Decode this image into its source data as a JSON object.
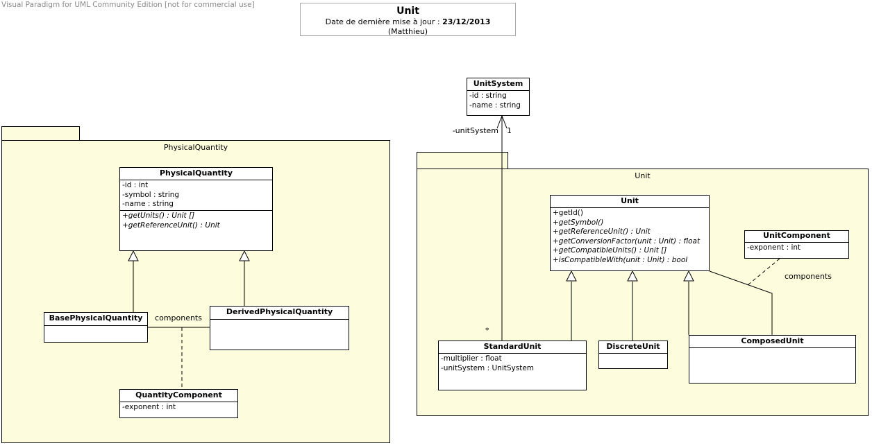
{
  "watermark": "Visual Paradigm for UML Community Edition [not for commercial use]",
  "title_box": {
    "title": "Unit",
    "subtitle_prefix": "Date de dernière mise à jour : ",
    "date": "23/12/2013",
    "author": "(Matthieu)"
  },
  "packages": {
    "physical_quantity": {
      "name": "PhysicalQuantity"
    },
    "unit": {
      "name": "Unit"
    }
  },
  "classes": {
    "unit_system": {
      "name": "UnitSystem",
      "attributes": [
        "-id : string",
        "-name : string"
      ]
    },
    "physical_quantity": {
      "name": "PhysicalQuantity",
      "attributes": [
        "-id : int",
        "-symbol : string",
        "-name : string"
      ],
      "operations": [
        "+getUnits() : Unit []",
        "+getReferenceUnit() : Unit"
      ]
    },
    "base_physical_quantity": {
      "name": "BasePhysicalQuantity"
    },
    "derived_physical_quantity": {
      "name": "DerivedPhysicalQuantity"
    },
    "quantity_component": {
      "name": "QuantityComponent",
      "attributes": [
        "-exponent : int"
      ]
    },
    "unit": {
      "name": "Unit",
      "operations": [
        "+getId()",
        "+getSymbol()",
        "+getReferenceUnit() : Unit",
        "+getConversionFactor(unit : Unit) : float",
        "+getCompatibleUnits() : Unit []",
        "+isCompatibleWith(unit : Unit) : bool"
      ]
    },
    "unit_component": {
      "name": "UnitComponent",
      "attributes": [
        "-exponent : int"
      ]
    },
    "standard_unit": {
      "name": "StandardUnit",
      "attributes": [
        "-multiplier : float",
        "-unitSystem : UnitSystem"
      ]
    },
    "discrete_unit": {
      "name": "DiscreteUnit"
    },
    "composed_unit": {
      "name": "ComposedUnit"
    }
  },
  "edge_labels": {
    "components_left": "components",
    "components_right": "components",
    "unit_system_role": "-unitSystem",
    "unit_system_mult_one": "1",
    "unit_system_mult_many": "*"
  },
  "colors": {
    "package_fill": "#fdfdde",
    "class_fill": "#ffffff",
    "line": "#000000",
    "title_box_border": "#a9a9a9",
    "watermark_text": "#8a8a8a"
  }
}
